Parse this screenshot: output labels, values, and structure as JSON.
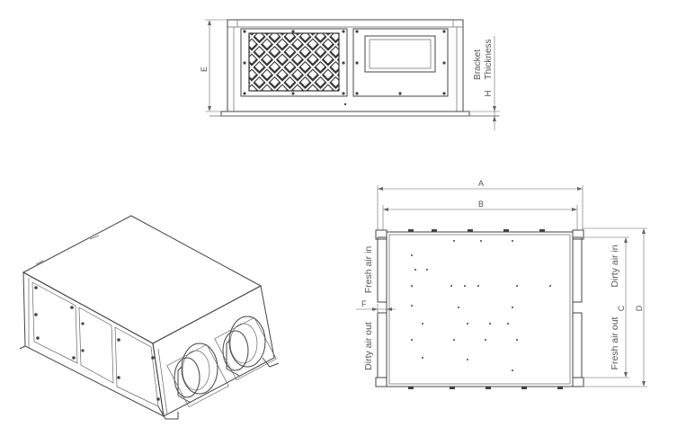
{
  "front_view": {
    "dim_e": "E",
    "bracket_label": "Bracket",
    "thickness_label": "Thickness",
    "dim_h": "H"
  },
  "top_view": {
    "dim_a": "A",
    "dim_b": "B",
    "dim_c": "C",
    "dim_d": "D",
    "dim_f": "F",
    "fresh_air_in": "Fresh air in",
    "dirty_air_out": "Dirty air out",
    "dirty_air_in": "Dirty air in",
    "fresh_air_out": "Fresh air out"
  }
}
